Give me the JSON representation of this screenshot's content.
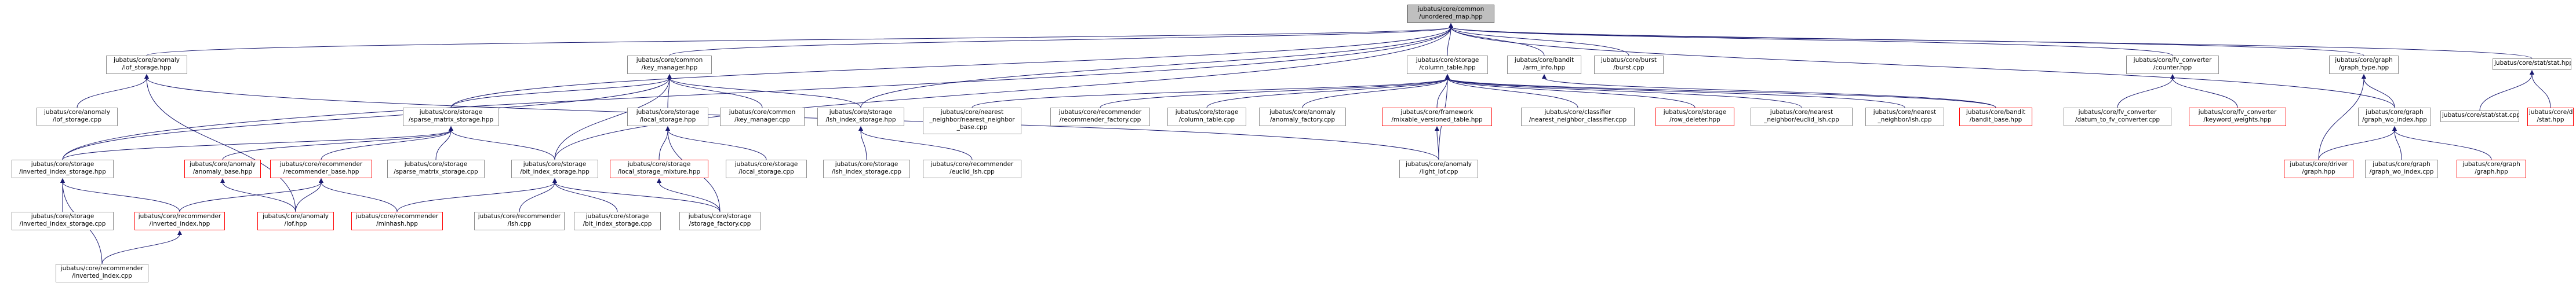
{
  "colors": {
    "edge": "#191970",
    "node_border": "#8c8c8c",
    "red_border": "#ff0000",
    "root_fill": "#bfbfbf"
  },
  "nodes": {
    "root": {
      "l1": "jubatus/core/common",
      "l2": "/unordered_map.hpp"
    },
    "lof_storage_hpp": {
      "l1": "jubatus/core/anomaly",
      "l2": "/lof_storage.hpp"
    },
    "key_manager_hpp": {
      "l1": "jubatus/core/common",
      "l2": "/key_manager.hpp"
    },
    "column_table_hpp": {
      "l1": "jubatus/core/storage",
      "l2": "/column_table.hpp"
    },
    "arm_info_hpp": {
      "l1": "jubatus/core/bandit",
      "l2": "/arm_info.hpp"
    },
    "burst_cpp": {
      "l1": "jubatus/core/burst",
      "l2": "/burst.cpp"
    },
    "counter_hpp": {
      "l1": "jubatus/core/fv_converter",
      "l2": "/counter.hpp"
    },
    "graph_type_hpp": {
      "l1": "jubatus/core/graph",
      "l2": "/graph_type.hpp"
    },
    "stat_hpp": {
      "l1": "jubatus/core/stat/stat.hpp",
      "l2": ""
    },
    "lof_storage_cpp": {
      "l1": "jubatus/core/anomaly",
      "l2": "/lof_storage.cpp"
    },
    "sparse_matrix_storage_hpp": {
      "l1": "jubatus/core/storage",
      "l2": "/sparse_matrix_storage.hpp"
    },
    "local_storage_hpp": {
      "l1": "jubatus/core/storage",
      "l2": "/local_storage.hpp"
    },
    "key_manager_cpp": {
      "l1": "jubatus/core/common",
      "l2": "/key_manager.cpp"
    },
    "lsh_index_storage_hpp": {
      "l1": "jubatus/core/storage",
      "l2": "/lsh_index_storage.hpp"
    },
    "nearest_neighbor_base_cpp": {
      "l1": "jubatus/core/nearest",
      "l2": "_neighbor/nearest_neighbor",
      "l3": "_base.cpp"
    },
    "recommender_factory_cpp": {
      "l1": "jubatus/core/recommender",
      "l2": "/recommender_factory.cpp"
    },
    "column_table_cpp": {
      "l1": "jubatus/core/storage",
      "l2": "/column_table.cpp"
    },
    "anomaly_factory_cpp": {
      "l1": "jubatus/core/anomaly",
      "l2": "/anomaly_factory.cpp"
    },
    "mixable_versioned_table_hpp": {
      "l1": "jubatus/core/framework",
      "l2": "/mixable_versioned_table.hpp"
    },
    "nearest_neighbor_classifier_cpp": {
      "l1": "jubatus/core/classifier",
      "l2": "/nearest_neighbor_classifier.cpp"
    },
    "row_deleter_hpp": {
      "l1": "jubatus/core/storage",
      "l2": "/row_deleter.hpp"
    },
    "euclid_lsh_cpp": {
      "l1": "jubatus/core/nearest",
      "l2": "_neighbor/euclid_lsh.cpp"
    },
    "nn_lsh_cpp": {
      "l1": "jubatus/core/nearest",
      "l2": "_neighbor/lsh.cpp"
    },
    "bandit_base_hpp": {
      "l1": "jubatus/core/bandit",
      "l2": "/bandit_base.hpp"
    },
    "datum_to_fv_converter_cpp": {
      "l1": "jubatus/core/fv_converter",
      "l2": "/datum_to_fv_converter.cpp"
    },
    "keyword_weights_hpp": {
      "l1": "jubatus/core/fv_converter",
      "l2": "/keyword_weights.hpp"
    },
    "graph_wo_index_hpp": {
      "l1": "jubatus/core/graph",
      "l2": "/graph_wo_index.hpp"
    },
    "stat_cpp": {
      "l1": "jubatus/core/stat/stat.cpp",
      "l2": ""
    },
    "driver_stat_hpp": {
      "l1": "jubatus/core/driver",
      "l2": "/stat.hpp"
    },
    "inverted_index_storage_hpp": {
      "l1": "jubatus/core/storage",
      "l2": "/inverted_index_storage.hpp"
    },
    "anomaly_base_hpp": {
      "l1": "jubatus/core/anomaly",
      "l2": "/anomaly_base.hpp"
    },
    "recommender_base_hpp": {
      "l1": "jubatus/core/recommender",
      "l2": "/recommender_base.hpp"
    },
    "sparse_matrix_storage_cpp": {
      "l1": "jubatus/core/storage",
      "l2": "/sparse_matrix_storage.cpp"
    },
    "bit_index_storage_hpp": {
      "l1": "jubatus/core/storage",
      "l2": "/bit_index_storage.hpp"
    },
    "local_storage_mixture_hpp": {
      "l1": "jubatus/core/storage",
      "l2": "/local_storage_mixture.hpp"
    },
    "local_storage_cpp": {
      "l1": "jubatus/core/storage",
      "l2": "/local_storage.cpp"
    },
    "lsh_index_storage_cpp": {
      "l1": "jubatus/core/storage",
      "l2": "/lsh_index_storage.cpp"
    },
    "euclid_lsh_rec_cpp": {
      "l1": "jubatus/core/recommender",
      "l2": "/euclid_lsh.cpp"
    },
    "light_lof_cpp": {
      "l1": "jubatus/core/anomaly",
      "l2": "/light_lof.cpp"
    },
    "driver_graph_hpp": {
      "l1": "jubatus/core/driver",
      "l2": "/graph.hpp"
    },
    "graph_wo_index_cpp": {
      "l1": "jubatus/core/graph",
      "l2": "/graph_wo_index.cpp"
    },
    "graph_graph_hpp": {
      "l1": "jubatus/core/graph",
      "l2": "/graph.hpp"
    },
    "inverted_index_storage_cpp": {
      "l1": "jubatus/core/storage",
      "l2": "/inverted_index_storage.cpp"
    },
    "inverted_index_hpp": {
      "l1": "jubatus/core/recommender",
      "l2": "/inverted_index.hpp"
    },
    "lof_hpp": {
      "l1": "jubatus/core/anomaly",
      "l2": "/lof.hpp"
    },
    "minhash_hpp": {
      "l1": "jubatus/core/recommender",
      "l2": "/minhash.hpp"
    },
    "rec_lsh_cpp": {
      "l1": "jubatus/core/recommender",
      "l2": "/lsh.cpp"
    },
    "bit_index_storage_cpp": {
      "l1": "jubatus/core/storage",
      "l2": "/bit_index_storage.cpp"
    },
    "storage_factory_cpp": {
      "l1": "jubatus/core/storage",
      "l2": "/storage_factory.cpp"
    },
    "inverted_index_cpp": {
      "l1": "jubatus/core/recommender",
      "l2": "/inverted_index.cpp"
    }
  }
}
